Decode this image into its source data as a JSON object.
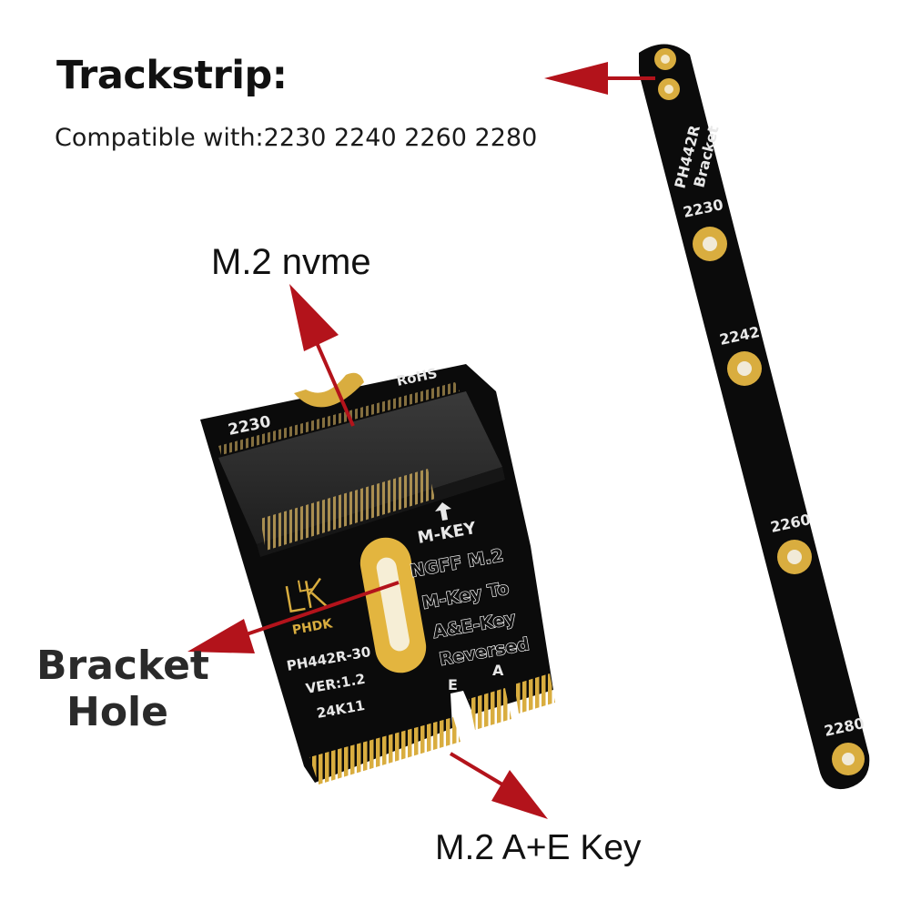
{
  "header": {
    "title": "Trackstrip:",
    "compatible": "Compatible with:2230 2240 2260 2280"
  },
  "callouts": {
    "nvme": "M.2 nvme",
    "bracket_line1": "Bracket",
    "bracket_line2": "Hole",
    "ae_key": "M.2 A+E Key"
  },
  "board": {
    "size_label": "2230",
    "rohs": "RoHS",
    "m_key": "M-KEY",
    "desc_line1": "NGFF M.2",
    "desc_line2": "M-Key To",
    "desc_line3": "A&E-Key",
    "desc_line4": "Reversed",
    "key_e": "E",
    "key_a": "A",
    "brand": "PHDK",
    "model": "PH442R-30",
    "version": "VER:1.2",
    "date_code": "24K11"
  },
  "strip": {
    "label_line1": "PH442R",
    "label_line2": "Bracket",
    "positions": [
      "2230",
      "2242",
      "2260",
      "2280"
    ]
  },
  "colors": {
    "pcb": "#0b0b0b",
    "gold": "#d9ad3f",
    "arrow": "#b3131b",
    "connector": "#2e2e2e"
  },
  "icons": [
    "brand-logo-icon",
    "up-arrow-icon"
  ]
}
